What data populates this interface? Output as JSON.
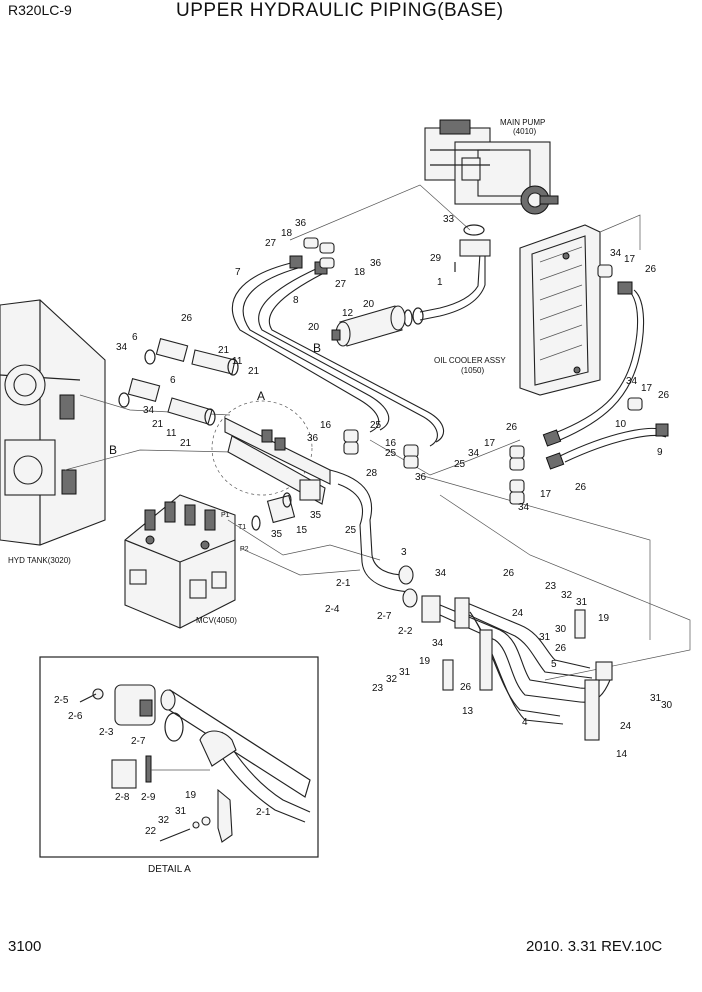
{
  "header": {
    "model": "R320LC-9",
    "title": "UPPER HYDRAULIC PIPING(BASE)"
  },
  "footer": {
    "page": "3100",
    "revision": "2010. 3.31  REV.10C"
  },
  "components": {
    "main_pump": "MAIN PUMP",
    "main_pump_no": "(4010)",
    "oil_cooler": "OIL COOLER ASSY",
    "oil_cooler_no": "(1050)",
    "hyd_tank": "HYD TANK(3020)",
    "mcv": "MCV(4050)",
    "detail": "DETAIL A",
    "port_p1": "P1",
    "port_t1": "T1",
    "port_p2": "P2",
    "view_a": "A",
    "view_b": "B"
  },
  "callouts": {
    "c36a": "36",
    "c18a": "18",
    "c27a": "27",
    "c7": "7",
    "c18b": "18",
    "c36b": "36",
    "c27b": "27",
    "c8": "8",
    "c33": "33",
    "c29": "29",
    "c1": "1",
    "c20a": "20",
    "c12": "12",
    "c20b": "20",
    "c26a": "26",
    "c6a": "6",
    "c34a": "34",
    "c21a": "21",
    "c11a": "11",
    "c21b": "21",
    "c6b": "6",
    "c34b": "34",
    "c21c": "21",
    "c11b": "11",
    "c21d": "21",
    "c16a": "16",
    "c36c": "36",
    "c25a": "25",
    "c16b": "16",
    "c28": "28",
    "c25b": "25",
    "c36d": "36",
    "c25c": "25",
    "c34c": "34",
    "c17a": "17",
    "c26b": "26",
    "c34d": "34",
    "c17b": "17",
    "c26c": "26",
    "c10": "10",
    "c26d": "26",
    "c17c": "17",
    "c34e": "34",
    "c9": "9",
    "c26e": "26",
    "c17d": "17",
    "c34f": "34",
    "c35a": "35",
    "c15": "15",
    "c25d": "25",
    "c35b": "35",
    "c3": "3",
    "c34g": "34",
    "c2_1a": "2-1",
    "c26f": "26",
    "c23a": "23",
    "c32a": "32",
    "c31a": "31",
    "c2_4": "2-4",
    "c2_7a": "2-7",
    "c24a": "24",
    "c2_2": "2-2",
    "c31b": "31",
    "c30a": "30",
    "c19a": "19",
    "c34h": "34",
    "c26g": "26",
    "c5": "5",
    "c19b": "19",
    "c31c": "31",
    "c23b": "23",
    "c32b": "32",
    "c26h": "26",
    "c13": "13",
    "c4": "4",
    "c31d": "31",
    "c30b": "30",
    "c24b": "24",
    "c14": "14",
    "d2_5": "2-5",
    "d2_6": "2-6",
    "d2_3": "2-3",
    "d2_7": "2-7",
    "d2_8": "2-8",
    "d2_9": "2-9",
    "d19": "19",
    "d31": "31",
    "d32": "32",
    "d22": "22",
    "d2_1": "2-1"
  }
}
